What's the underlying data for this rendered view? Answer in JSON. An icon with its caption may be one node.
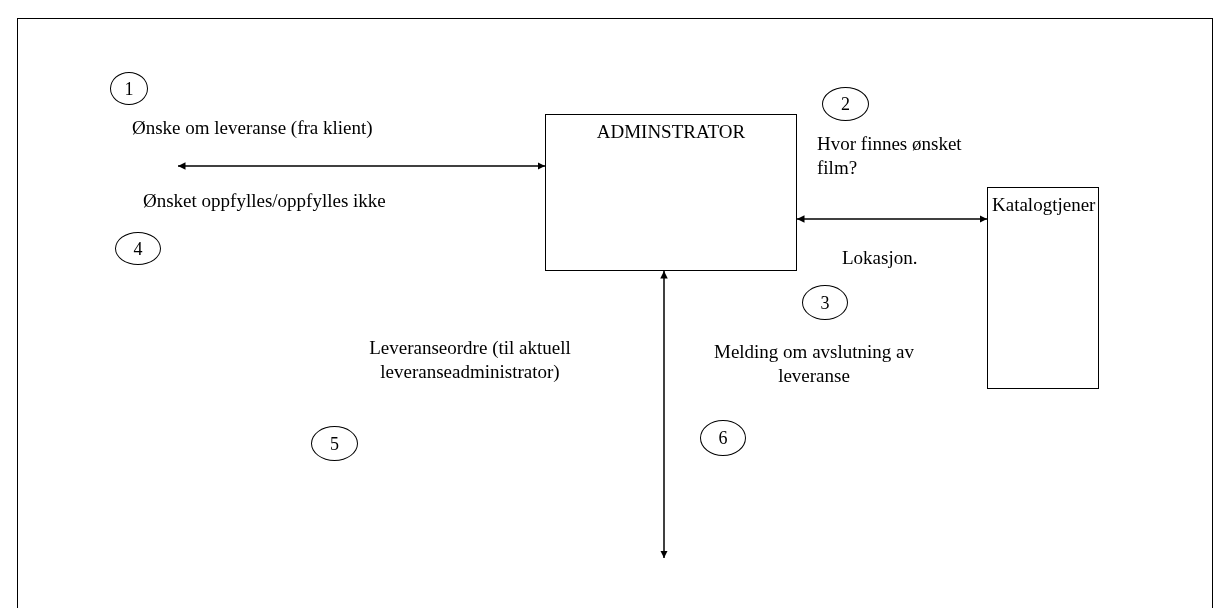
{
  "diagram": {
    "nodes": [
      {
        "text": [
          "1"
        ]
      },
      {
        "text": [
          "2"
        ]
      },
      {
        "text": [
          "ADMINSTRATOR"
        ]
      },
      {
        "text": [
          "Katalogtjener"
        ]
      },
      {
        "text": [
          "4"
        ]
      },
      {
        "text": [
          "3"
        ]
      },
      {
        "text": [
          "5"
        ]
      },
      {
        "text": [
          "6"
        ]
      }
    ],
    "edges": [
      {
        "from": null,
        "to": 2,
        "arrow": "both"
      },
      {
        "from": 2,
        "to": 3,
        "arrow": "both"
      },
      {
        "from": 2,
        "to": null,
        "arrow": "both"
      }
    ],
    "labels": [
      "Ønske om leveranse (fra klient)",
      "Hvor finnes ønsket film?",
      "Ønsket oppfylles/oppfylles ikke",
      "Lokasjon.",
      "Leveranseordre (til aktuell leveranseadministrator)",
      "Melding om avslutning av leveranse"
    ]
  }
}
